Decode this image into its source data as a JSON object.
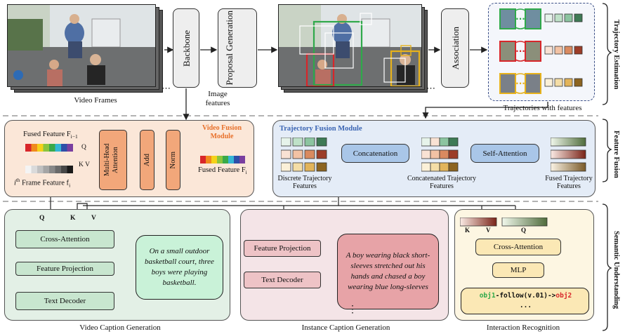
{
  "stages": {
    "video_frames": "Video Frames",
    "backbone": "Backbone",
    "proposal_generation": "Proposal Generation",
    "association": "Association",
    "image_features": "Image features",
    "trajectories_with_features": "Trajectories with features"
  },
  "side_labels": {
    "trajectory_estimation": "Trajectory Estimation",
    "feature_fusion": "Feature Fusion",
    "semantic_understanding": "Semantic Understanding"
  },
  "video_fusion": {
    "title": "Video Fusion Module",
    "fused_prev": "Fused Feature F",
    "fused_prev_sub": "i−1",
    "frame_feature": "i",
    "frame_feature_sup": "th",
    "frame_feature_rest": " Frame Feature f",
    "frame_feature_sub": "i",
    "q": "Q",
    "kv": "K V",
    "attention": "Multi-Head Attention",
    "add": "Add",
    "norm": "Norm",
    "fused_out": "Fused Feature F",
    "fused_out_sub": "i"
  },
  "trajectory_fusion": {
    "title": "Trajectory Fusion Module",
    "concatenation": "Concatenation",
    "self_attention": "Self-Attention",
    "discrete": "Discrete Trajectory Features",
    "concatenated": "Concatenated Trajectory Features",
    "fused": "Fused Trajectory Features"
  },
  "video_caption": {
    "q": "Q",
    "k": "K",
    "v": "V",
    "cross_attention": "Cross-Attention",
    "feature_projection": "Feature Projection",
    "text_decoder": "Text Decoder",
    "output": "On a small outdoor basketball court, three boys were playing basketball.",
    "caption": "Video Caption Generation"
  },
  "instance_caption": {
    "feature_projection": "Feature Projection",
    "text_decoder": "Text Decoder",
    "output": "A boy wearing black short-sleeves stretched out his hands and chased a boy wearing blue long-sleeves",
    "ellipsis": "⋮",
    "caption": "Instance Caption Generation"
  },
  "interaction": {
    "k": "K",
    "v": "V",
    "q": "Q",
    "cross_attention": "Cross-Attention",
    "mlp": "MLP",
    "obj1": "obj1",
    "relation": "-follow(v.01)->",
    "obj2": "obj2",
    "ellipsis": "...",
    "caption": "Interaction Recognition"
  },
  "colors": {
    "green_panel": "#e3f0e6",
    "pink_panel": "#f4e4e7",
    "yellow_panel": "#fdf6e2",
    "orange_panel": "#fbe7d8",
    "blue_panel": "#e4ecf7",
    "orange_block": "#f2a77a",
    "blue_block": "#a9c6e8",
    "green_block": "#c8e6cf",
    "pink_block": "#eec3c6",
    "yellow_block": "#fbe8b5",
    "mint_block": "#c9f2d8",
    "rose_block": "#e7a3a7"
  }
}
